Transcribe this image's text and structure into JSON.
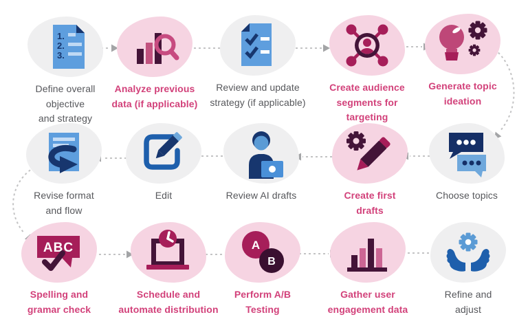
{
  "palette": {
    "pink_blob": "#F6D4E2",
    "gray_blob": "#EFEFF0",
    "magenta": "#A61E59",
    "dark_plum": "#441438",
    "rose": "#C2527F",
    "blue": "#5E9EDE",
    "dark_navy": "#17366E",
    "medium_blue": "#1E5FAC",
    "light_blue": "#6FA8DC",
    "accent_text": "#D2417A",
    "body_text": "#56575B",
    "arrow_gray": "#C3C3C4"
  },
  "flow": {
    "rows": [
      {
        "direction": "left-to-right",
        "steps": [
          {
            "label": "Define overall\nobjective\nand strategy",
            "emphasis": false,
            "blob": "gray",
            "icon": "numbered-list-icon"
          },
          {
            "label": "Analyze previous\ndata (if applicable)",
            "emphasis": true,
            "blob": "pink",
            "icon": "bar-chart-magnifier-icon"
          },
          {
            "label": "Review and update\nstrategy (if applicable)",
            "emphasis": false,
            "blob": "gray",
            "icon": "checklist-icon"
          },
          {
            "label": "Create audience\nsegments for\ntargeting",
            "emphasis": true,
            "blob": "pink",
            "icon": "audience-network-icon"
          },
          {
            "label": "Generate topic\nideation",
            "emphasis": true,
            "blob": "pink",
            "icon": "lightbulb-gears-icon"
          }
        ]
      },
      {
        "direction": "right-to-left",
        "steps": [
          {
            "label": "Revise format\nand flow",
            "emphasis": false,
            "blob": "gray",
            "icon": "revise-arrow-document-icon"
          },
          {
            "label": "Edit",
            "emphasis": false,
            "blob": "gray",
            "icon": "edit-pencil-icon"
          },
          {
            "label": "Review AI drafts",
            "emphasis": false,
            "blob": "gray",
            "icon": "person-laptop-icon"
          },
          {
            "label": "Create first\ndrafts",
            "emphasis": true,
            "blob": "pink",
            "icon": "gear-pencil-icon"
          },
          {
            "label": "Choose topics",
            "emphasis": false,
            "blob": "gray",
            "icon": "speech-bubbles-icon"
          }
        ]
      },
      {
        "direction": "left-to-right",
        "steps": [
          {
            "label": "Spelling and\ngramar check",
            "emphasis": true,
            "blob": "pink",
            "icon": "abc-grammar-icon"
          },
          {
            "label": "Schedule and\nautomate distribution",
            "emphasis": true,
            "blob": "pink",
            "icon": "laptop-clock-icon"
          },
          {
            "label": "Perform A/B\nTesting",
            "emphasis": true,
            "blob": "pink",
            "icon": "ab-test-circles-icon"
          },
          {
            "label": "Gather user\nengagement data",
            "emphasis": true,
            "blob": "pink",
            "icon": "bar-chart-icon"
          },
          {
            "label": "Refine and\nadjust",
            "emphasis": false,
            "blob": "gray",
            "icon": "hands-gear-icon"
          }
        ]
      }
    ]
  }
}
